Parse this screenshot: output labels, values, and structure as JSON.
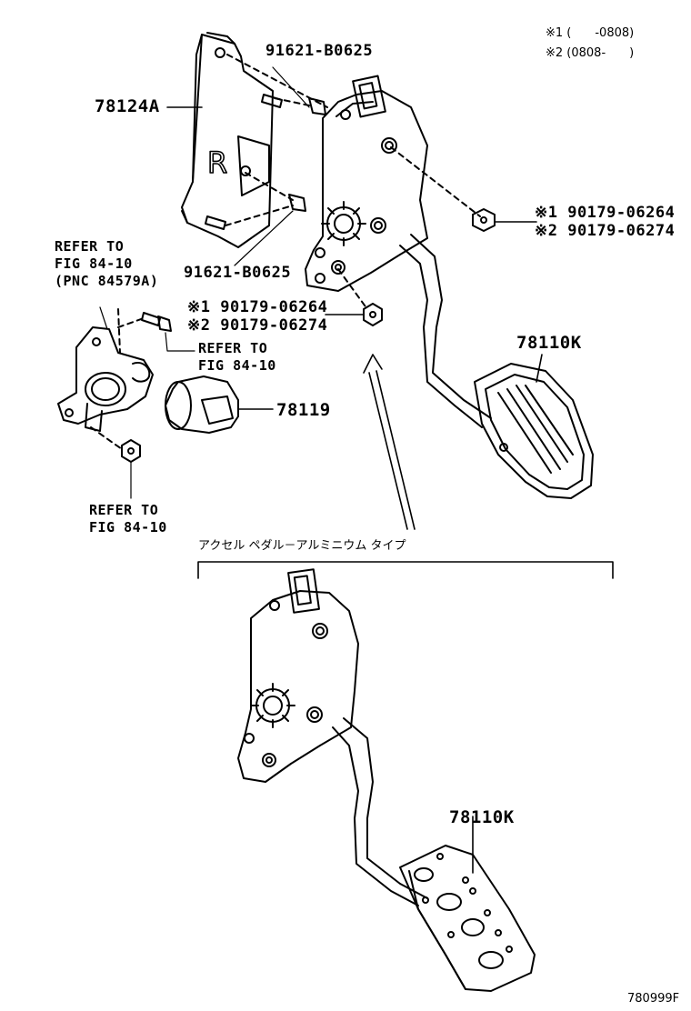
{
  "legend": {
    "note1": "※1 (　　-0808)",
    "note2": "※2 (0808-　　)"
  },
  "parts": {
    "bracket": "78124A",
    "bolt_top": "91621-B0625",
    "bolt_bottom": "91621-B0625",
    "nut_right_1": "※1 90179-06264",
    "nut_right_2": "※2 90179-06274",
    "nut_mid_1": "※1 90179-06264",
    "nut_mid_2": "※2 90179-06274",
    "pedal_upper": "78110K",
    "stopper": "78119",
    "pedal_lower": "78110K"
  },
  "refs": {
    "refer_left": "REFER TO\nFIG 84-10\n(PNC 84579A)",
    "refer_bolt": "REFER TO\nFIG 84-10",
    "refer_nut": "REFER TO\nFIG 84-10"
  },
  "variant_label": "アクセル ペダル－アルミニウム タイプ",
  "figure_code": "780999F"
}
